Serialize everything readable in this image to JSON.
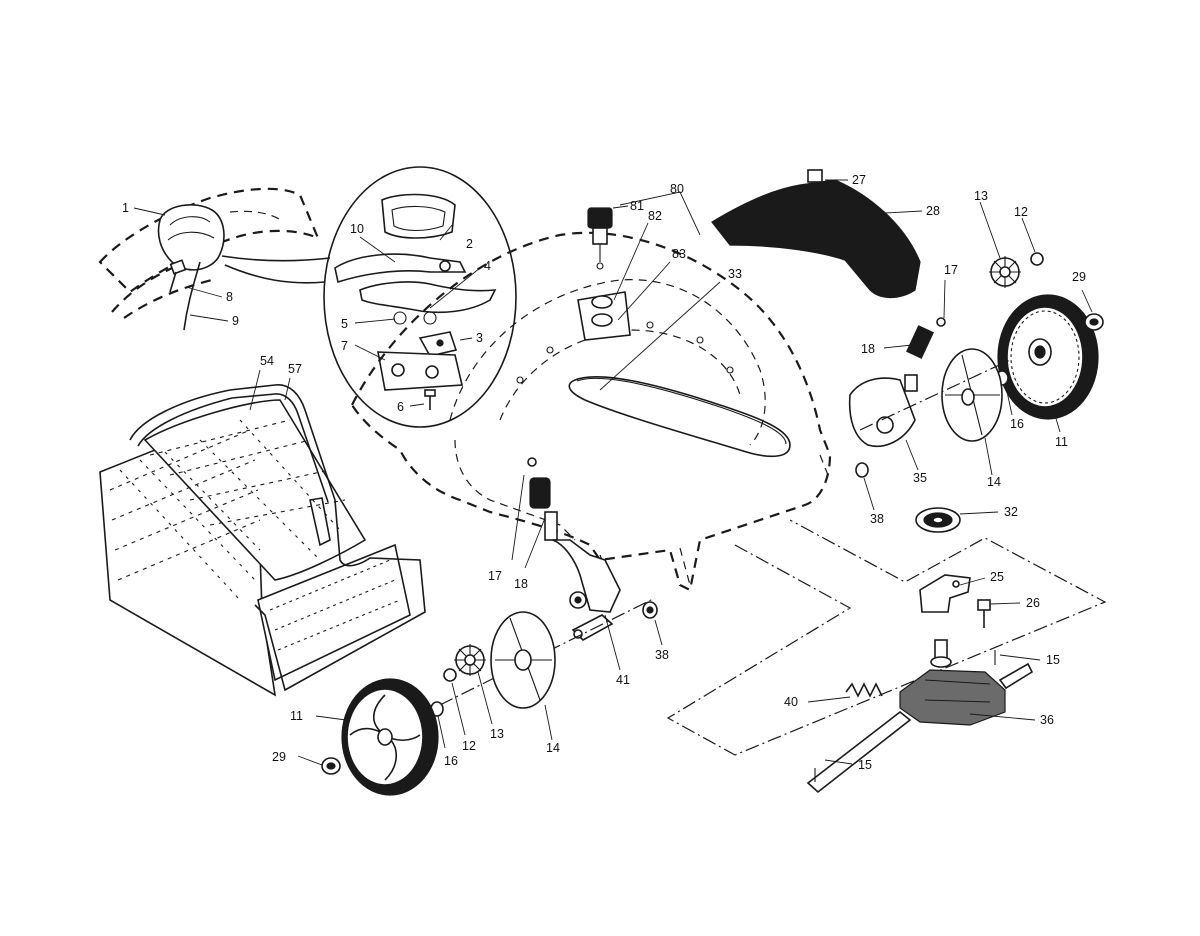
{
  "diagram": {
    "accent_color": "#1a1a1a",
    "background_color": "#ffffff",
    "callouts": [
      {
        "id": "c1",
        "label": "1"
      },
      {
        "id": "c2",
        "label": "2"
      },
      {
        "id": "c3",
        "label": "3"
      },
      {
        "id": "c4",
        "label": "4"
      },
      {
        "id": "c5",
        "label": "5"
      },
      {
        "id": "c6",
        "label": "6"
      },
      {
        "id": "c7",
        "label": "7"
      },
      {
        "id": "c8",
        "label": "8"
      },
      {
        "id": "c9",
        "label": "9"
      },
      {
        "id": "c10",
        "label": "10"
      },
      {
        "id": "c54",
        "label": "54"
      },
      {
        "id": "c57",
        "label": "57"
      },
      {
        "id": "c80",
        "label": "80"
      },
      {
        "id": "c81",
        "label": "81"
      },
      {
        "id": "c82",
        "label": "82"
      },
      {
        "id": "c83",
        "label": "83"
      },
      {
        "id": "c33",
        "label": "33"
      },
      {
        "id": "c27",
        "label": "27"
      },
      {
        "id": "c28",
        "label": "28"
      },
      {
        "id": "c13r",
        "label": "13"
      },
      {
        "id": "c12r",
        "label": "12"
      },
      {
        "id": "c29r",
        "label": "29"
      },
      {
        "id": "c17r",
        "label": "17"
      },
      {
        "id": "c18r",
        "label": "18"
      },
      {
        "id": "c16r",
        "label": "16"
      },
      {
        "id": "c11r",
        "label": "11"
      },
      {
        "id": "c35",
        "label": "35"
      },
      {
        "id": "c14r",
        "label": "14"
      },
      {
        "id": "c38r",
        "label": "38"
      },
      {
        "id": "c32",
        "label": "32"
      },
      {
        "id": "c25",
        "label": "25"
      },
      {
        "id": "c26",
        "label": "26"
      },
      {
        "id": "c15a",
        "label": "15"
      },
      {
        "id": "c40",
        "label": "40"
      },
      {
        "id": "c36",
        "label": "36"
      },
      {
        "id": "c15b",
        "label": "15"
      },
      {
        "id": "c17l",
        "label": "17"
      },
      {
        "id": "c18l",
        "label": "18"
      },
      {
        "id": "c38l",
        "label": "38"
      },
      {
        "id": "c41",
        "label": "41"
      },
      {
        "id": "c11l",
        "label": "11"
      },
      {
        "id": "c29l",
        "label": "29"
      },
      {
        "id": "c16l",
        "label": "16"
      },
      {
        "id": "c12l",
        "label": "12"
      },
      {
        "id": "c13l",
        "label": "13"
      },
      {
        "id": "c14l",
        "label": "14"
      }
    ]
  }
}
